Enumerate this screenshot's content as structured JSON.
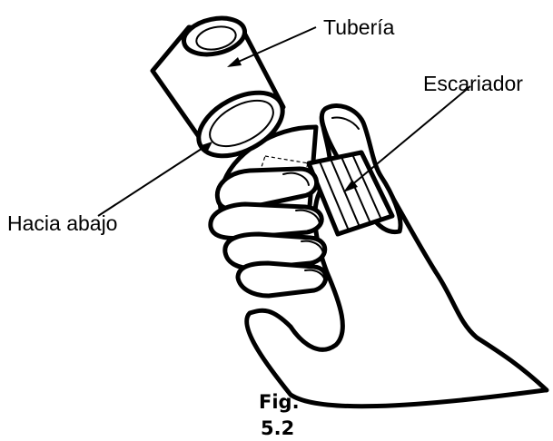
{
  "figure": {
    "labels": {
      "pipe": "Tubería",
      "reamer": "Escariador",
      "direction": "Hacia abajo"
    },
    "caption": {
      "line1": "Fig.",
      "line2": "5.2"
    }
  }
}
